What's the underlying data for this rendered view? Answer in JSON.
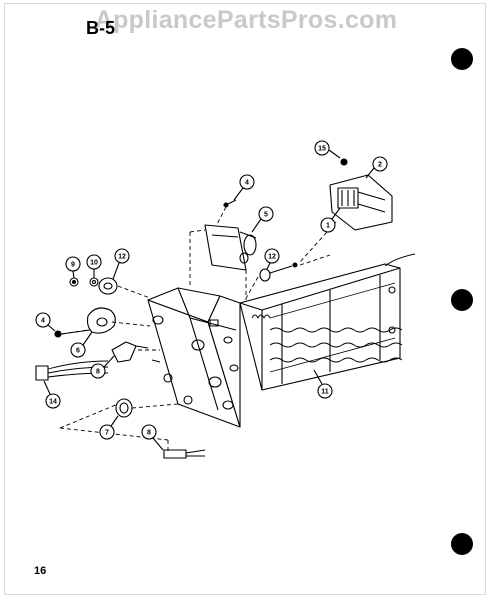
{
  "watermark": "AppliancePartsPros.com",
  "page_label": "B-5",
  "page_number": "16",
  "callouts": {
    "c1": "1",
    "c2": "2",
    "c4a": "4",
    "c4b": "4",
    "c5": "5",
    "c6": "6",
    "c7": "7",
    "c8": "8",
    "c9": "9",
    "c10": "10",
    "c11": "11",
    "c12a": "12",
    "c12b": "12",
    "c14": "14",
    "c15": "15"
  }
}
